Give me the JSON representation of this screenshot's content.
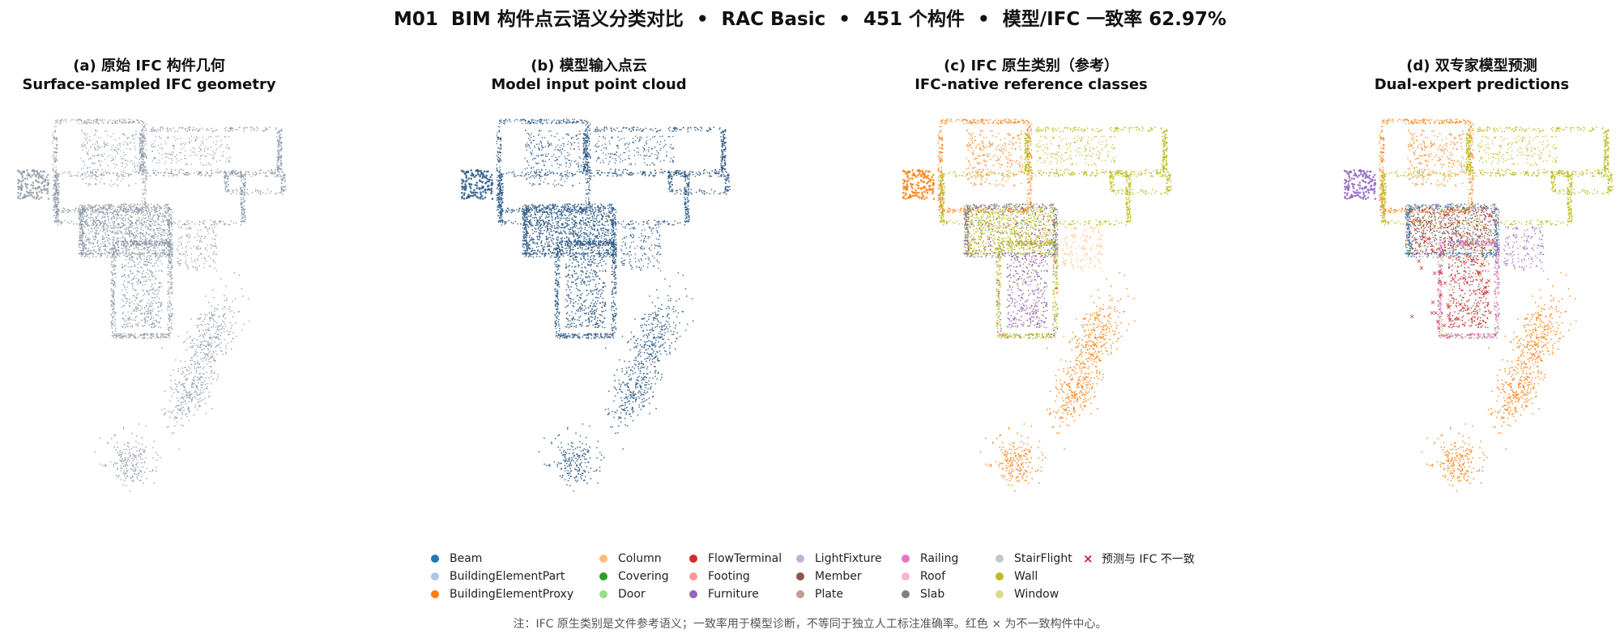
{
  "title": "M01  BIM 构件点云语义分类对比  •  RAC Basic  •  451 个构件  •  模型/IFC 一致率 62.97%",
  "panels": [
    {
      "title_cn": "(a) 原始 IFC 构件几何",
      "title_en": "Surface-sampled IFC geometry",
      "mode": "gray"
    },
    {
      "title_cn": "(b) 模型输入点云",
      "title_en": "Model input point cloud",
      "mode": "blue"
    },
    {
      "title_cn": "(c) IFC 原生类别（参考）",
      "title_en": "IFC-native reference classes",
      "mode": "reference"
    },
    {
      "title_cn": "(d) 双专家模型预测",
      "title_en": "Dual-expert predictions",
      "mode": "prediction"
    }
  ],
  "legend": [
    {
      "label": "Beam",
      "color": "#1f77b4"
    },
    {
      "label": "BuildingElementPart",
      "color": "#aec7e8"
    },
    {
      "label": "BuildingElementProxy",
      "color": "#ff7f0e"
    },
    {
      "label": "Column",
      "color": "#ffbb78"
    },
    {
      "label": "Covering",
      "color": "#2ca02c"
    },
    {
      "label": "Door",
      "color": "#98df8a"
    },
    {
      "label": "FlowTerminal",
      "color": "#d62728"
    },
    {
      "label": "Footing",
      "color": "#ff9896"
    },
    {
      "label": "Furniture",
      "color": "#9467bd"
    },
    {
      "label": "LightFixture",
      "color": "#c5b0d5"
    },
    {
      "label": "Member",
      "color": "#8c564b"
    },
    {
      "label": "Plate",
      "color": "#c49c94"
    },
    {
      "label": "Railing",
      "color": "#e377c2"
    },
    {
      "label": "Roof",
      "color": "#f7b6d2"
    },
    {
      "label": "Slab",
      "color": "#7f7f7f"
    },
    {
      "label": "StairFlight",
      "color": "#c7c7c7"
    },
    {
      "label": "Wall",
      "color": "#bcbd22"
    },
    {
      "label": "Window",
      "color": "#dbdb8d"
    },
    {
      "label": "预测与 IFC 不一致",
      "marker": "cross",
      "color": "#c62828"
    }
  ],
  "note": "注：IFC 原生类别是文件参考语义；一致率用于模型诊断，不等同于独立人工标注准确率。红色 × 为不一致构件中心。",
  "colors": {
    "gray_points": "#8a96a3",
    "blue_points": "#2e5b86",
    "mismatch": "#c62828"
  }
}
